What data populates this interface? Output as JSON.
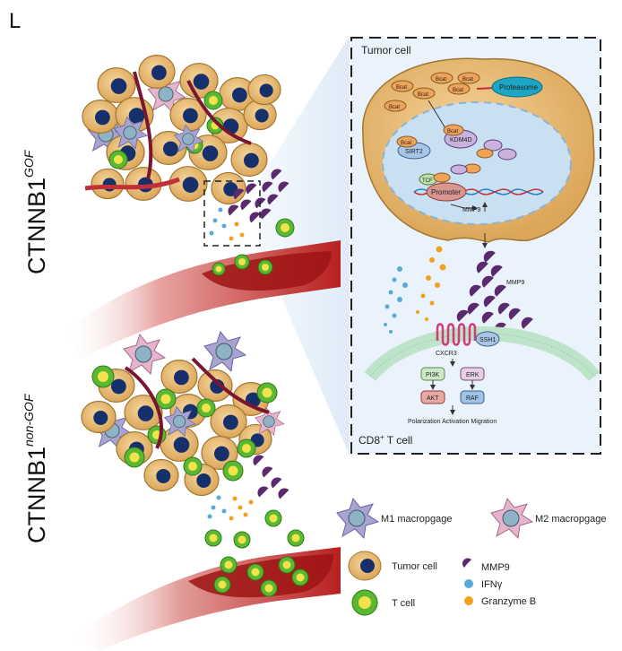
{
  "panel_letter": "L",
  "conditions": {
    "gof": {
      "base": "CTNNB1",
      "superscript": "GOF"
    },
    "non_gof": {
      "base": "CTNNB1",
      "superscript": "non-GOF"
    }
  },
  "inset": {
    "tumor_cell_label": "Tumor cell",
    "t_cell_label": "CD8",
    "t_cell_label_sup": "+",
    "t_cell_label_suffix": " T cell",
    "bcat": "Bcat",
    "proteasome": "Proteasome",
    "sirt2": "SIRT2",
    "kdm4d": "KDM4D",
    "tcf": "TCF",
    "promoter": "Promoter",
    "mmp9_gene": "MMP9",
    "mmp9_secreted": "MMP9",
    "cxcr3": "CXCR3",
    "ssh1": "SSH1",
    "pi3k": "PI3K",
    "akt": "AKT",
    "erk": "ERK",
    "raf": "RAF",
    "outcomes": "Polarization  Activation  Migration"
  },
  "legend": {
    "m1": "M1 macropgage",
    "m2": "M2 macropgage",
    "tumor_cell": "Tumor cell",
    "t_cell": "T cell",
    "mmp9": "MMP9",
    "ifng": "IFNγ",
    "granzyme": "Granzyme B"
  },
  "colors": {
    "tumor_fill": "#e8b86a",
    "tumor_stroke": "#a0762e",
    "nucleus": "#15306a",
    "tcell_ring": "#5bb832",
    "tcell_core": "#f2e34a",
    "vessel": "#b8201f",
    "m1": "#a9a3cf",
    "m2": "#e7b4cd",
    "mmp9": "#5b2a6e",
    "ifng": "#5aaad8",
    "granzyme": "#f0a21e",
    "inset_bg": "#eaf3fb",
    "nucleus_inset": "#c9e0f3"
  }
}
